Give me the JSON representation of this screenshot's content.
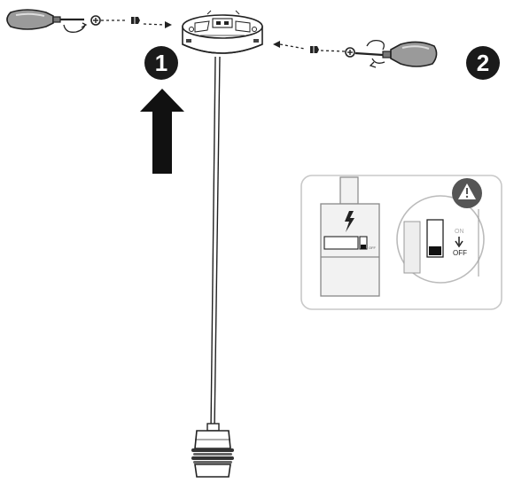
{
  "steps": [
    {
      "number": "1"
    },
    {
      "number": "2"
    }
  ],
  "breaker_panel": {
    "switch_on_label": "ON",
    "switch_off_label": "OFF",
    "breaker_small_label": "OFF"
  },
  "colors": {
    "ink": "#222222",
    "arrow": "#111111",
    "badge": "#1a1a1a",
    "panel_border": "#c8c8c8",
    "panel_fill": "#ffffff",
    "breaker_fill": "#f2f2f2",
    "warning_fill": "#555555"
  },
  "icons": [
    "screwdriver-icon",
    "screw-icon",
    "lightning-icon",
    "warning-icon",
    "arrow-up-icon",
    "arrow-down-icon"
  ]
}
